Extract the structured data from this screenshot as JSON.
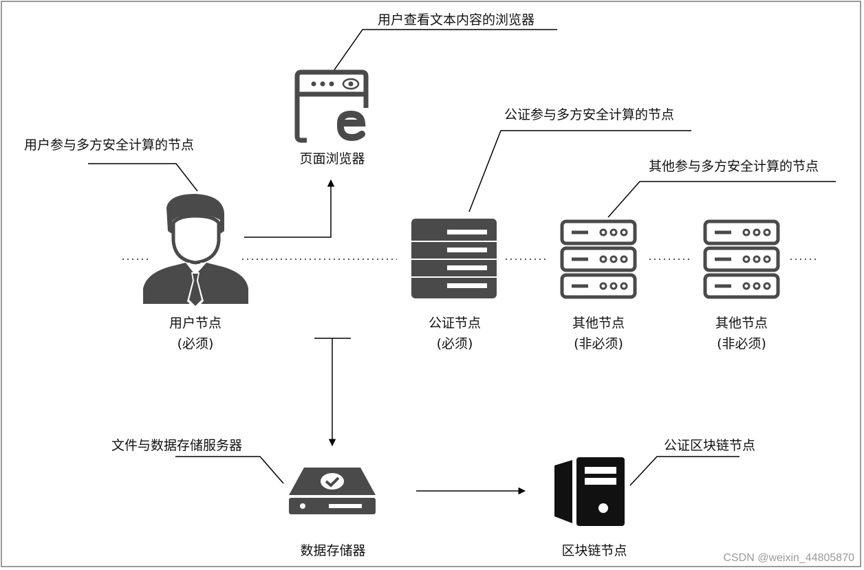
{
  "annotations": {
    "browser_view": "用户查看文本内容的浏览器",
    "user_participant": "用户参与多方安全计算的节点",
    "notary_participant": "公证参与多方安全计算的节点",
    "other_participant": "其他参与多方安全计算的节点",
    "file_server": "文件与数据存储服务器",
    "notary_chain": "公证区块链节点"
  },
  "nodes": {
    "browser": {
      "label": "页面浏览器"
    },
    "user": {
      "label": "用户节点",
      "note": "(必须)"
    },
    "notary": {
      "label": "公证节点",
      "note": "(必须)"
    },
    "other1": {
      "label": "其他节点",
      "note": "(非必须)"
    },
    "other2": {
      "label": "其他节点",
      "note": "(非必须)"
    },
    "storage": {
      "label": "数据存储器"
    },
    "chain": {
      "label": "区块链节点"
    }
  },
  "icons": {
    "browser": "browser-window-icon",
    "user": "businessman-icon",
    "notary": "server-rack-filled-icon",
    "other": "server-rack-outline-icon",
    "storage": "storage-drive-icon",
    "chain": "computer-tower-icon"
  },
  "watermark": "CSDN @weixin_44805870",
  "colors": {
    "icon": "#4a4a4a",
    "line": "#000000",
    "dots": "#555555"
  }
}
